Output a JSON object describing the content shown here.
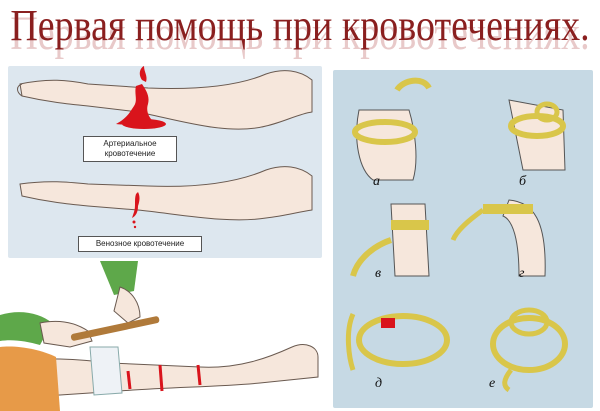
{
  "title": "Первая помощь при кровотечениях.",
  "bleeding": {
    "arterial_label_1": "Артериальное",
    "arterial_label_2": "кровотечение",
    "venous_label": "Венозное кровотечение"
  },
  "steps": {
    "a": "а",
    "b": "б",
    "v": "в",
    "g": "г",
    "d": "д",
    "e": "е"
  },
  "colors": {
    "title": "#8a1f1f",
    "blood": "#d9141c",
    "tourniquet": "#d9c64a",
    "skin": "#f6e7dc",
    "panel_blue": "#c6d9e4"
  }
}
